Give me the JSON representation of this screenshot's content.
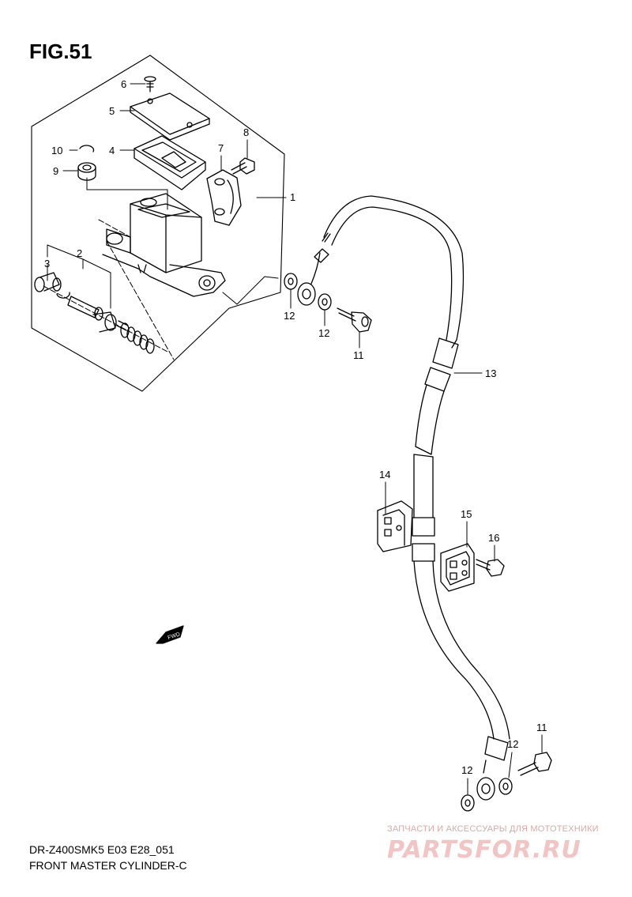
{
  "figure": {
    "title": "FIG.51",
    "model_code": "DR-Z400SMK5 E03 E28_051",
    "caption": "FRONT MASTER CYLINDER-C"
  },
  "watermark": {
    "subtitle": "ЗАПЧАСТИ И АКСЕССУАРЫ ДЛЯ МОТОТЕХНИКИ",
    "logo_text": "PARTSFOR.RU"
  },
  "direction_marker": {
    "label": "FWD"
  },
  "callouts": {
    "c1": "1",
    "c2": "2",
    "c3": "3",
    "c4": "4",
    "c5": "5",
    "c6": "6",
    "c7": "7",
    "c8": "8",
    "c9": "9",
    "c10": "10",
    "c11a": "11",
    "c11b": "11",
    "c12a": "12",
    "c12b": "12",
    "c12c": "12",
    "c12d": "12",
    "c13": "13",
    "c14": "14",
    "c15": "15",
    "c16": "16"
  },
  "colors": {
    "line": "#000000",
    "background": "#ffffff",
    "watermark": "#f2c4c4"
  }
}
